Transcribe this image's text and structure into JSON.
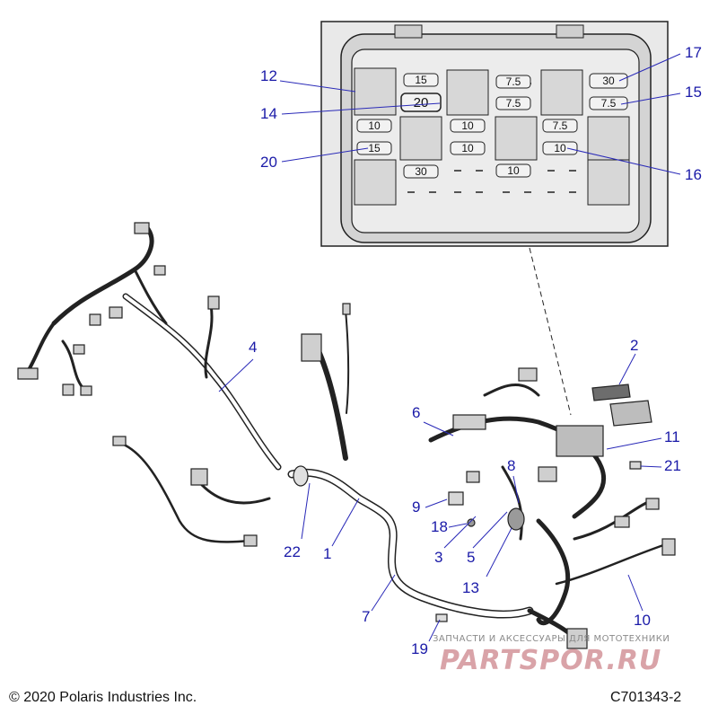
{
  "diagram": {
    "callouts": [
      {
        "id": "c1",
        "text": "1"
      },
      {
        "id": "c2",
        "text": "2"
      },
      {
        "id": "c3",
        "text": "3"
      },
      {
        "id": "c4",
        "text": "4"
      },
      {
        "id": "c5",
        "text": "5"
      },
      {
        "id": "c6",
        "text": "6"
      },
      {
        "id": "c7",
        "text": "7"
      },
      {
        "id": "c8",
        "text": "8"
      },
      {
        "id": "c9",
        "text": "9"
      },
      {
        "id": "c10",
        "text": "10"
      },
      {
        "id": "c11",
        "text": "11"
      },
      {
        "id": "c12",
        "text": "12"
      },
      {
        "id": "c13",
        "text": "13"
      },
      {
        "id": "c14",
        "text": "14"
      },
      {
        "id": "c15",
        "text": "15"
      },
      {
        "id": "c16",
        "text": "16"
      },
      {
        "id": "c17",
        "text": "17"
      },
      {
        "id": "c18",
        "text": "18"
      },
      {
        "id": "c19",
        "text": "19"
      },
      {
        "id": "c20",
        "text": "20"
      },
      {
        "id": "c21",
        "text": "21"
      },
      {
        "id": "c22",
        "text": "22"
      }
    ],
    "fuse_values": {
      "f15_top": "15",
      "f20": "20",
      "f10_left": "10",
      "f15_left": "15",
      "f30_bottom_left": "30",
      "f75_a": "7.5",
      "f75_b": "7.5",
      "f10_mid_a": "10",
      "f10_mid_b": "10",
      "f10_mid_c": "10",
      "f30_right": "30",
      "f75_right": "7.5",
      "f75_mid_right": "7.5",
      "f10_mid_right": "10"
    }
  },
  "footer": {
    "copyright": "© 2020 Polaris Industries Inc.",
    "figure_id": "C701343-2"
  },
  "watermark": {
    "tagline": "ЗАПЧАСТИ И АКСЕССУАРЫ ДЛЯ МОТОТЕХНИКИ",
    "logo": "PARTSPOR.RU"
  },
  "colors": {
    "callout": "#1a1aa8",
    "leader": "#2a2ab8",
    "line": "#222222",
    "fill_grey": "#d7d7d7",
    "watermark": "#d9a3a8"
  }
}
